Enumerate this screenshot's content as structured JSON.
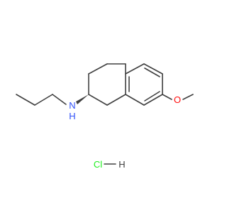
{
  "molecule": {
    "atoms": {
      "nitrogen": {
        "symbol": "N",
        "implicit_h": "H",
        "color": "#3050f8"
      },
      "oxygen": {
        "symbol": "O",
        "color": "#ff0d0d"
      }
    },
    "salt": {
      "chlorine": {
        "symbol": "Cl",
        "color": "#1ff01f"
      },
      "hydrogen": {
        "symbol": "H",
        "color": "#404040"
      }
    },
    "bond_color": "#404040"
  }
}
